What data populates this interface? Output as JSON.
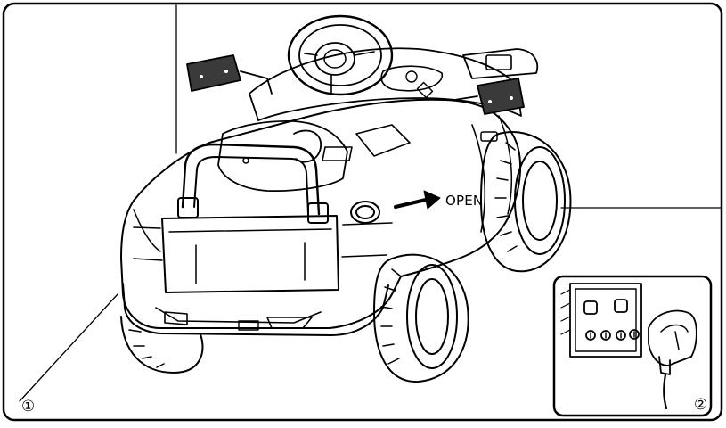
{
  "annotation": {
    "open_label": "OPEN",
    "callout_1": "①",
    "callout_2": "②"
  },
  "icons": [
    "ride-on-car-illustration",
    "direction-arrow-icon",
    "wall-socket-icon",
    "power-adapter-icon"
  ],
  "colors": {
    "ink": "#000000",
    "paper": "#ffffff"
  }
}
